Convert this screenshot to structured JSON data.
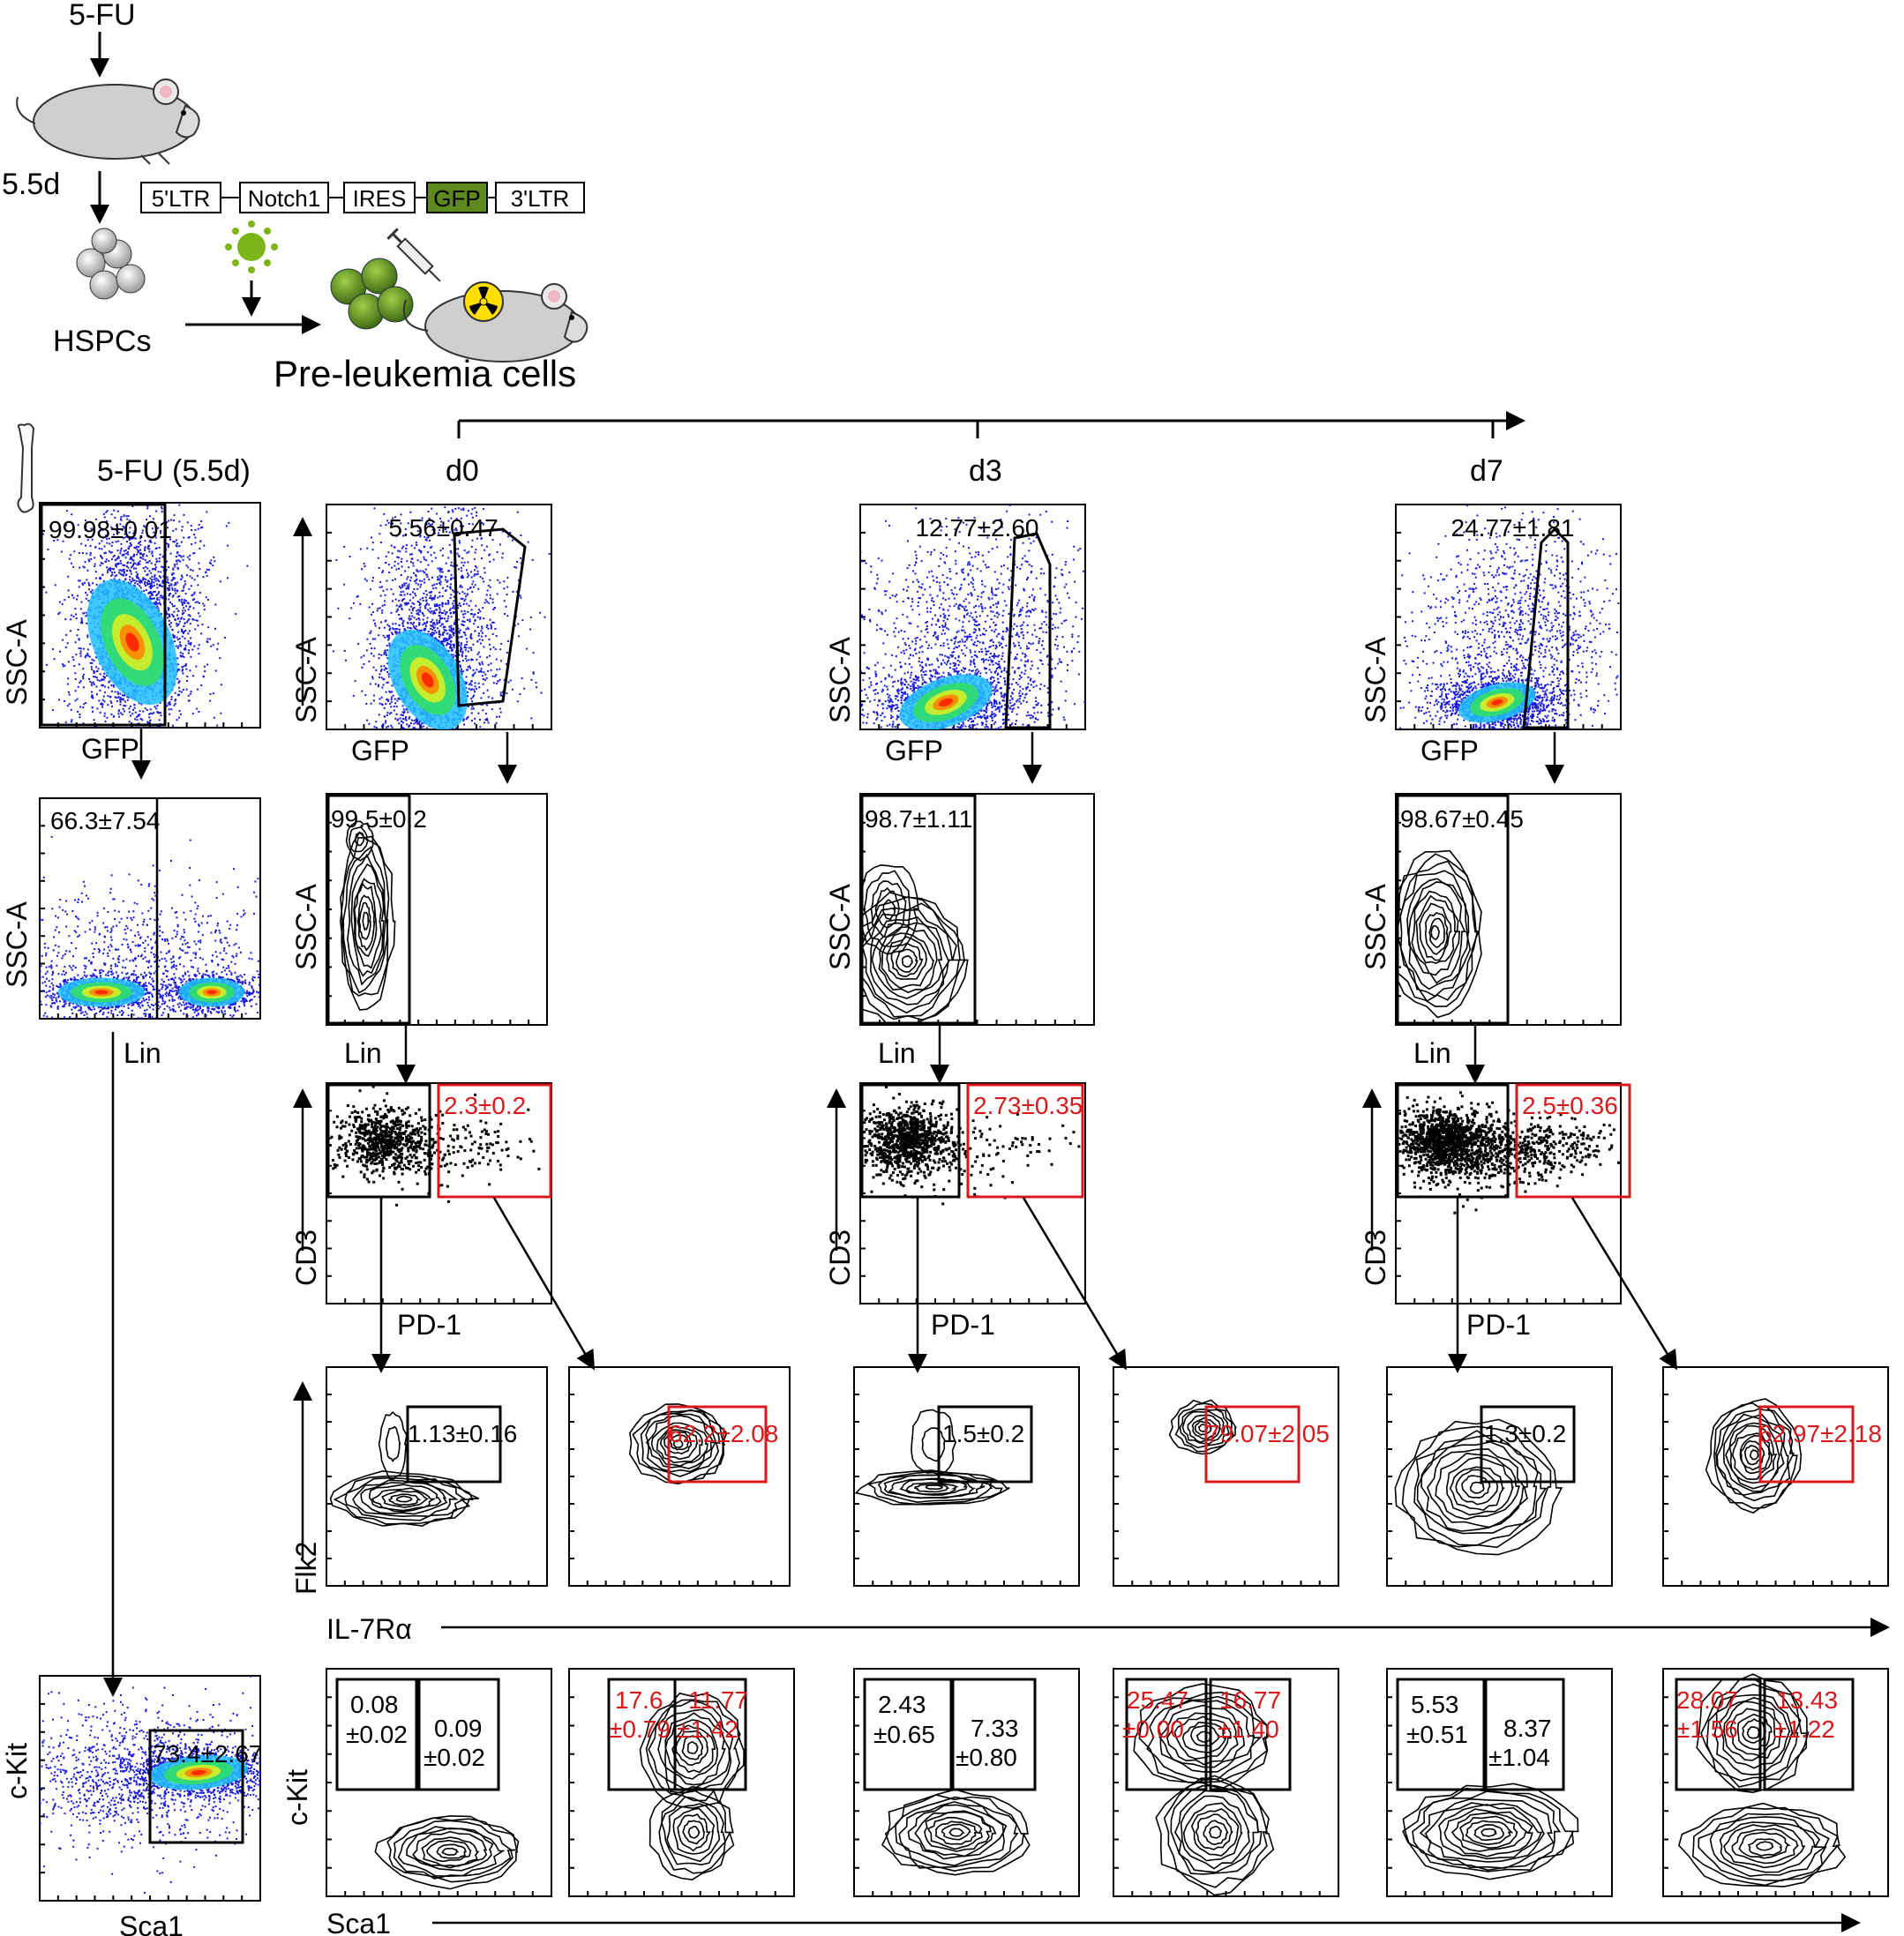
{
  "schematic": {
    "drug": "5-FU",
    "time_top": "5.5d",
    "construct": [
      "5'LTR",
      "Notch1",
      "IRES",
      "GFP",
      "3'LTR"
    ],
    "hspc_label": "HSPCs",
    "preleukemia_label": "Pre-leukemia cells"
  },
  "timeline": {
    "days": [
      "d0",
      "d3",
      "d7"
    ]
  },
  "control": {
    "title": "5-FU (5.5d)",
    "gfp_gate": "99.98±0.01",
    "lin_gate": "66.3±7.54",
    "lsk_gate": "73.4±2.67"
  },
  "axes": {
    "ssc": "SSC-A",
    "gfp": "GFP",
    "lin": "Lin",
    "cd3": "CD3",
    "pd1": "PD-1",
    "flk2": "Flk2",
    "il7ra": "IL-7Rα",
    "ckit": "c-Kit",
    "sca1": "Sca1"
  },
  "timepoints": [
    {
      "day": "d0",
      "gfp_gate": "5.56±0.47",
      "lin_neg": "99.5±0.2",
      "pd1_pos": "2.3±0.2",
      "flk2_il7_neg": "1.13±0.16",
      "flk2_il7_pos": "62.2±2.08",
      "kit_neg_a": "0.08",
      "kit_neg_b": "±0.02",
      "kit_neg_c": "0.09",
      "kit_neg_d": "±0.02",
      "kit_pos_a": "17.6",
      "kit_pos_b": "±0.79",
      "kit_pos_c": "11.77",
      "kit_pos_d": "±1.42"
    },
    {
      "day": "d3",
      "gfp_gate": "12.77±2.60",
      "lin_neg": "98.7±1.11",
      "pd1_pos": "2.73±0.35",
      "flk2_il7_neg": "1.5±0.2",
      "flk2_il7_pos": "79.07±2.05",
      "kit_neg_a": "2.43",
      "kit_neg_b": "±0.65",
      "kit_neg_c": "7.33",
      "kit_neg_d": "±0.80",
      "kit_pos_a": "25.47",
      "kit_pos_b": "±0.00",
      "kit_pos_c": "16.77",
      "kit_pos_d": "±1.40"
    },
    {
      "day": "d7",
      "gfp_gate": "24.77±1.81",
      "lin_neg": "98.67±0.45",
      "pd1_pos": "2.5±0.36",
      "flk2_il7_neg": "1.3±0.2",
      "flk2_il7_pos": "62.97±2.18",
      "kit_neg_a": "5.53",
      "kit_neg_b": "±0.51",
      "kit_neg_c": "8.37",
      "kit_neg_d": "±1.04",
      "kit_pos_a": "28.07",
      "kit_pos_b": "±1.56",
      "kit_pos_c": "13.43",
      "kit_pos_d": "±1.22"
    }
  ],
  "colors": {
    "red_gate": "#d7191c",
    "gfp_green": "#5c8a1e",
    "virus_green": "#7cb518",
    "hot": "#ff2a00",
    "cool": "#1010d0"
  }
}
